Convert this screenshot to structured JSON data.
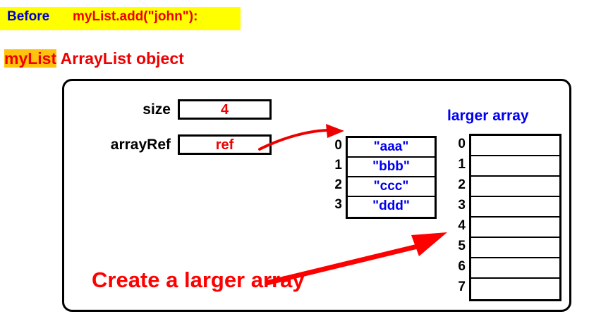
{
  "caption": {
    "state_label": "Before",
    "code_text": "myList.add(\"john\"):",
    "highlight_color": "#ffff00",
    "state_color": "#0000cc",
    "code_color": "#ee0000"
  },
  "object_title": {
    "variable": "myList",
    "rest": " ArrayList object",
    "highlight_color": "#ffc20e",
    "text_color": "#ee0000"
  },
  "fields": {
    "size": {
      "label": "size",
      "value": "4"
    },
    "arrayRef": {
      "label": "arrayRef",
      "value": "ref"
    }
  },
  "small_array": {
    "indices": [
      "0",
      "1",
      "2",
      "3"
    ],
    "values": [
      "\"aaa\"",
      "\"bbb\"",
      "\"ccc\"",
      "\"ddd\""
    ],
    "value_color": "#0000ee"
  },
  "larger_array": {
    "label": "larger array",
    "label_color": "#0000ee",
    "indices": [
      "0",
      "1",
      "2",
      "3",
      "4",
      "5",
      "6",
      "7"
    ],
    "values": [
      "",
      "",
      "",
      "",
      "",
      "",
      "",
      ""
    ]
  },
  "bottom_note": {
    "text": "Create a larger array",
    "color": "#ff0000"
  },
  "arrows": {
    "ref_to_array": "curved-red-arrow",
    "create_array": "straight-red-arrow"
  }
}
